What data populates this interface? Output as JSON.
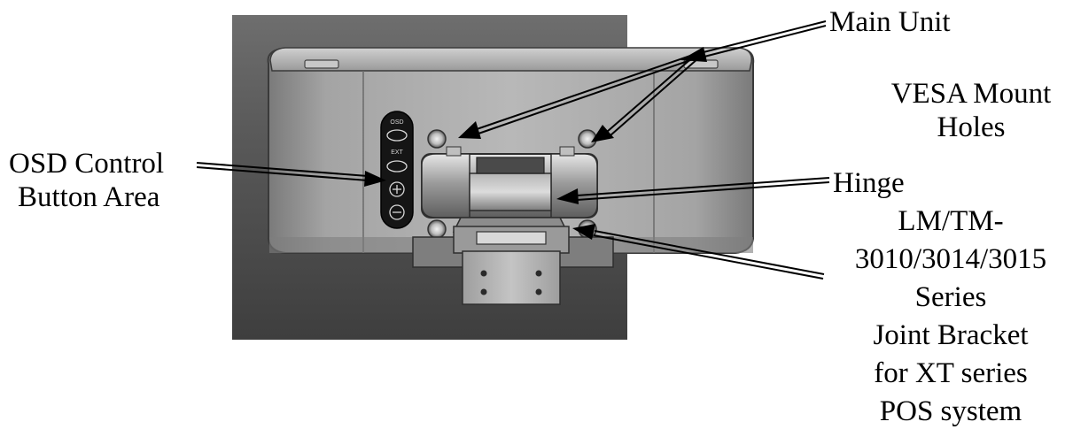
{
  "diagram": {
    "labels": {
      "main_unit": "Main Unit",
      "vesa_line1": "VESA Mount",
      "vesa_line2": "Holes",
      "osd_line1": "OSD Control",
      "osd_line2": "Button Area",
      "hinge": "Hinge",
      "bracket_lines": [
        "LM/TM-",
        "3010/3014/3015",
        "Series",
        "Joint Bracket",
        "for XT series",
        "POS system"
      ]
    },
    "button_markings": {
      "osd": "OSD",
      "ext": "EXT"
    }
  }
}
